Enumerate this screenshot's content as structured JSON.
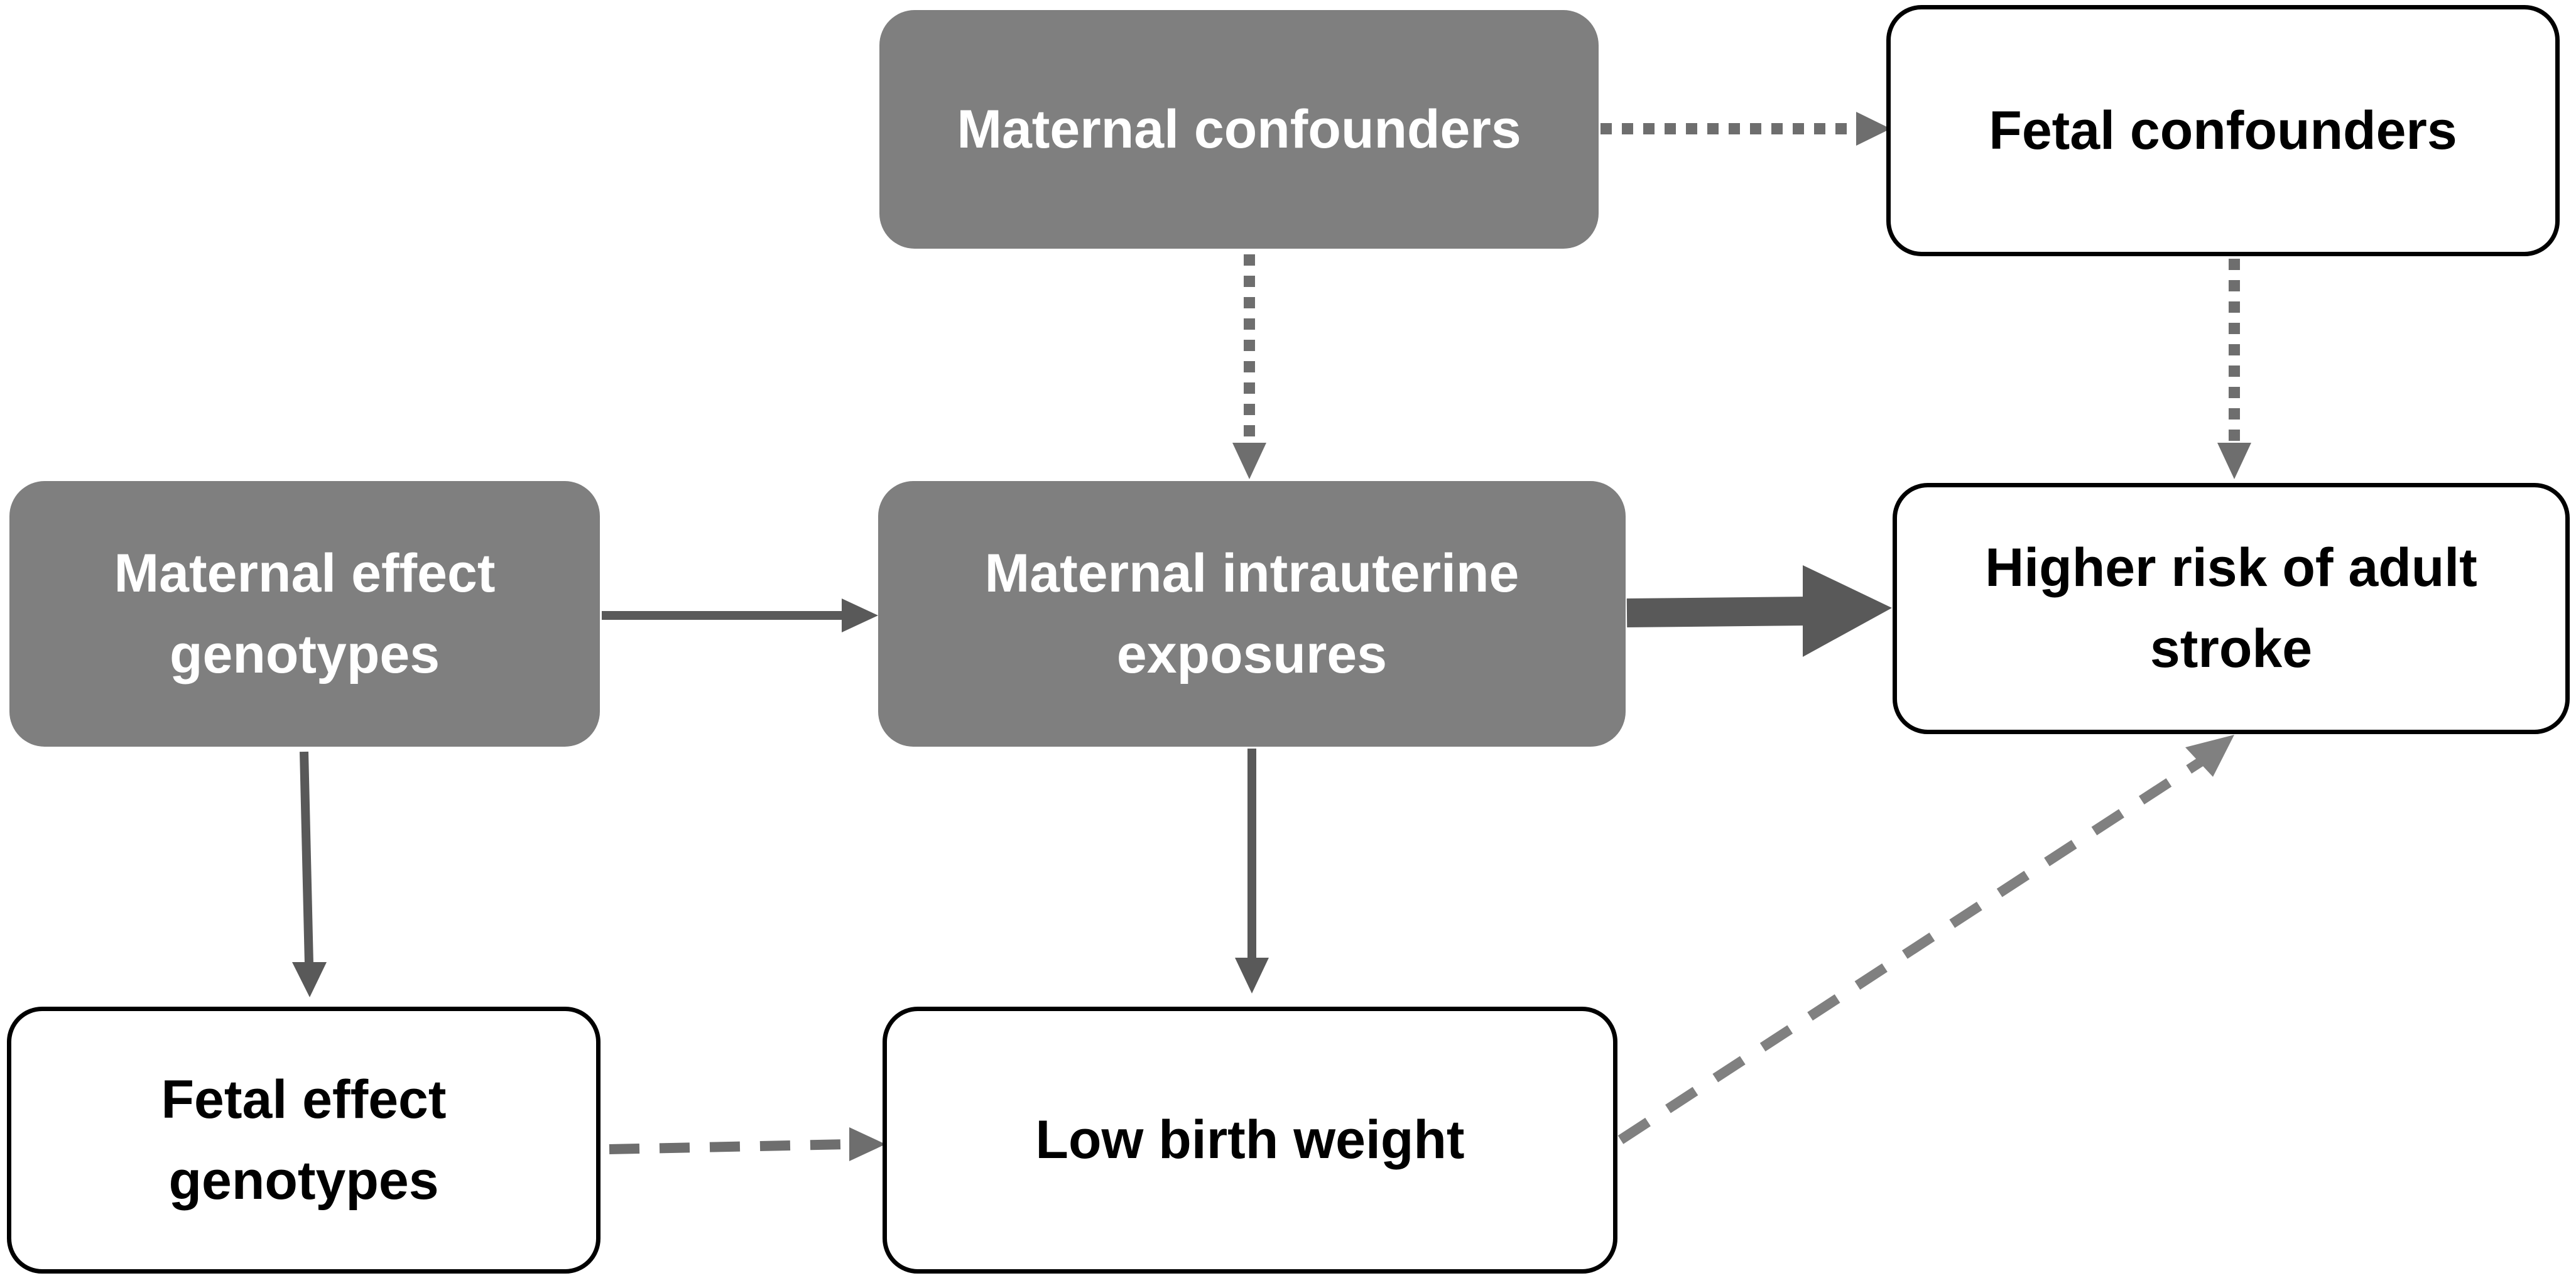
{
  "nodes": {
    "maternal_confounders": "Maternal confounders",
    "fetal_confounders": "Fetal confounders",
    "maternal_effect_genotypes": "Maternal effect\ngenotypes",
    "maternal_intrauterine_exposures": "Maternal intrauterine\nexposures",
    "higher_risk_stroke": "Higher risk of adult\nstroke",
    "fetal_effect_genotypes": "Fetal effect\ngenotypes",
    "low_birth_weight": "Low birth weight"
  },
  "edges": [
    {
      "from": "maternal_confounders",
      "to": "fetal_confounders",
      "style": "dotted"
    },
    {
      "from": "maternal_confounders",
      "to": "maternal_intrauterine_exposures",
      "style": "dotted"
    },
    {
      "from": "fetal_confounders",
      "to": "higher_risk_stroke",
      "style": "dotted"
    },
    {
      "from": "maternal_effect_genotypes",
      "to": "maternal_intrauterine_exposures",
      "style": "solid"
    },
    {
      "from": "maternal_intrauterine_exposures",
      "to": "higher_risk_stroke",
      "style": "thick"
    },
    {
      "from": "maternal_effect_genotypes",
      "to": "fetal_effect_genotypes",
      "style": "solid"
    },
    {
      "from": "maternal_intrauterine_exposures",
      "to": "low_birth_weight",
      "style": "solid"
    },
    {
      "from": "fetal_effect_genotypes",
      "to": "low_birth_weight",
      "style": "dashed"
    },
    {
      "from": "low_birth_weight",
      "to": "higher_risk_stroke",
      "style": "dashed"
    }
  ],
  "colors": {
    "dark_node_fill": "#7f7f7f",
    "dark_node_text": "#ffffff",
    "light_node_fill": "#ffffff",
    "light_node_border": "#000000",
    "arrow_dark": "#595959",
    "arrow_light": "#808080"
  }
}
